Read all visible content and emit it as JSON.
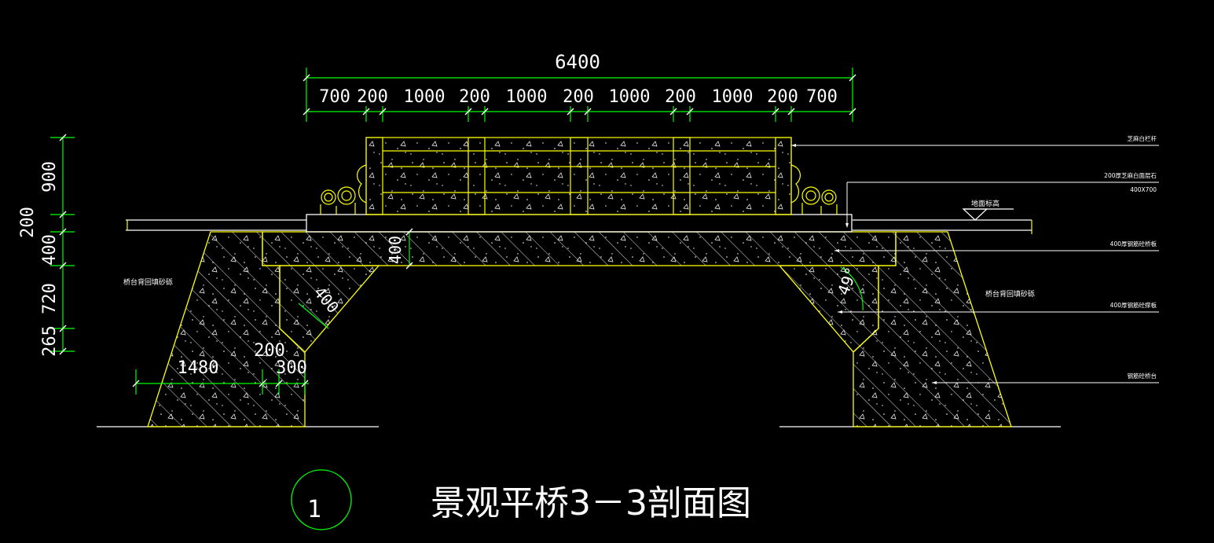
{
  "drawing": {
    "title": "景观平桥3－3剖面图",
    "detail_number": "1"
  },
  "dimensions": {
    "overall_top": "6400",
    "top_segments": [
      "700",
      "200",
      "1000",
      "200",
      "1000",
      "200",
      "1000",
      "200",
      "1000",
      "200",
      "700"
    ],
    "left_vertical": [
      "900",
      "200",
      "400",
      "720",
      "265"
    ],
    "slab_thickness": "400",
    "strut_width": "400",
    "angle": "49°",
    "bottom_segments": [
      "1480",
      "200",
      "300"
    ]
  },
  "annotations": {
    "backfill_left": "桥台背回填砂砾",
    "backfill_right": "桥台背回填砂砾",
    "ground_level": "地面标高",
    "callouts": [
      "芝麻白栏杆",
      "200厚芝麻白面层石",
      "400X700",
      "400厚钢筋砼桥板",
      "400厚钢筋砼撑板",
      "钢筋砼桥台"
    ]
  },
  "colors": {
    "background": "#000000",
    "structure": "#ffff00",
    "dimension": "#00ff00",
    "text": "#ffffff",
    "hatch": "#ffffff"
  }
}
